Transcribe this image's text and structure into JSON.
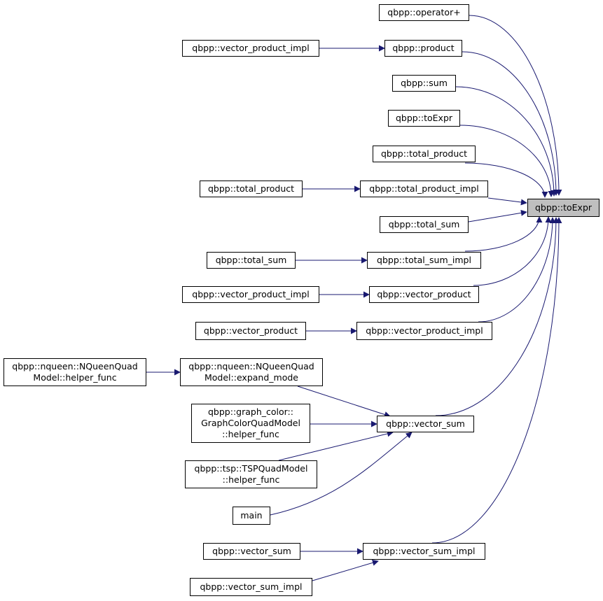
{
  "graph": {
    "edge_color": "#191970",
    "root_fill": "#bfbfbf",
    "nodes": [
      {
        "id": "toExpr",
        "label": "qbpp::toExpr",
        "root": true
      },
      {
        "id": "op_plus",
        "label": "qbpp::operator+"
      },
      {
        "id": "product",
        "label": "qbpp::product"
      },
      {
        "id": "vpi_1",
        "label": "qbpp::vector_product_impl"
      },
      {
        "id": "sum",
        "label": "qbpp::sum"
      },
      {
        "id": "toExpr2",
        "label": "qbpp::toExpr"
      },
      {
        "id": "total_product",
        "label": "qbpp::total_product"
      },
      {
        "id": "total_product_impl",
        "label": "qbpp::total_product_impl"
      },
      {
        "id": "total_product_2",
        "label": "qbpp::total_product"
      },
      {
        "id": "total_sum",
        "label": "qbpp::total_sum"
      },
      {
        "id": "total_sum_impl",
        "label": "qbpp::total_sum_impl"
      },
      {
        "id": "total_sum_2",
        "label": "qbpp::total_sum"
      },
      {
        "id": "vector_product",
        "label": "qbpp::vector_product"
      },
      {
        "id": "vpi_2",
        "label": "qbpp::vector_product_impl"
      },
      {
        "id": "vpi_3",
        "label": "qbpp::vector_product_impl"
      },
      {
        "id": "vector_product_2",
        "label": "qbpp::vector_product"
      },
      {
        "id": "expand_mode",
        "label": "qbpp::nqueen::NQueenQuad\nModel::expand_mode"
      },
      {
        "id": "nqueen_helper",
        "label": "qbpp::nqueen::NQueenQuad\nModel::helper_func"
      },
      {
        "id": "vector_sum",
        "label": "qbpp::vector_sum"
      },
      {
        "id": "graph_color_helper",
        "label": "qbpp::graph_color::\nGraphColorQuadModel\n::helper_func"
      },
      {
        "id": "tsp_helper",
        "label": "qbpp::tsp::TSPQuadModel\n::helper_func"
      },
      {
        "id": "main",
        "label": "main"
      },
      {
        "id": "vector_sum_impl",
        "label": "qbpp::vector_sum_impl"
      },
      {
        "id": "vector_sum_2",
        "label": "qbpp::vector_sum"
      },
      {
        "id": "vector_sum_impl_2",
        "label": "qbpp::vector_sum_impl"
      }
    ],
    "edges": [
      [
        "op_plus",
        "toExpr"
      ],
      [
        "product",
        "toExpr"
      ],
      [
        "vpi_1",
        "product"
      ],
      [
        "sum",
        "toExpr"
      ],
      [
        "toExpr2",
        "toExpr"
      ],
      [
        "total_product",
        "toExpr"
      ],
      [
        "total_product_impl",
        "toExpr"
      ],
      [
        "total_product_2",
        "total_product_impl"
      ],
      [
        "total_sum",
        "toExpr"
      ],
      [
        "total_sum_impl",
        "toExpr"
      ],
      [
        "total_sum_2",
        "total_sum_impl"
      ],
      [
        "vector_product",
        "toExpr"
      ],
      [
        "vpi_2",
        "vector_product"
      ],
      [
        "vpi_3",
        "toExpr"
      ],
      [
        "vector_product_2",
        "vpi_3"
      ],
      [
        "nqueen_helper",
        "expand_mode"
      ],
      [
        "expand_mode",
        "vector_sum"
      ],
      [
        "graph_color_helper",
        "vector_sum"
      ],
      [
        "tsp_helper",
        "vector_sum"
      ],
      [
        "main",
        "vector_sum"
      ],
      [
        "vector_sum",
        "toExpr"
      ],
      [
        "vector_sum_impl",
        "toExpr"
      ],
      [
        "vector_sum_2",
        "vector_sum_impl"
      ],
      [
        "vector_sum_impl_2",
        "vector_sum_impl"
      ]
    ]
  }
}
